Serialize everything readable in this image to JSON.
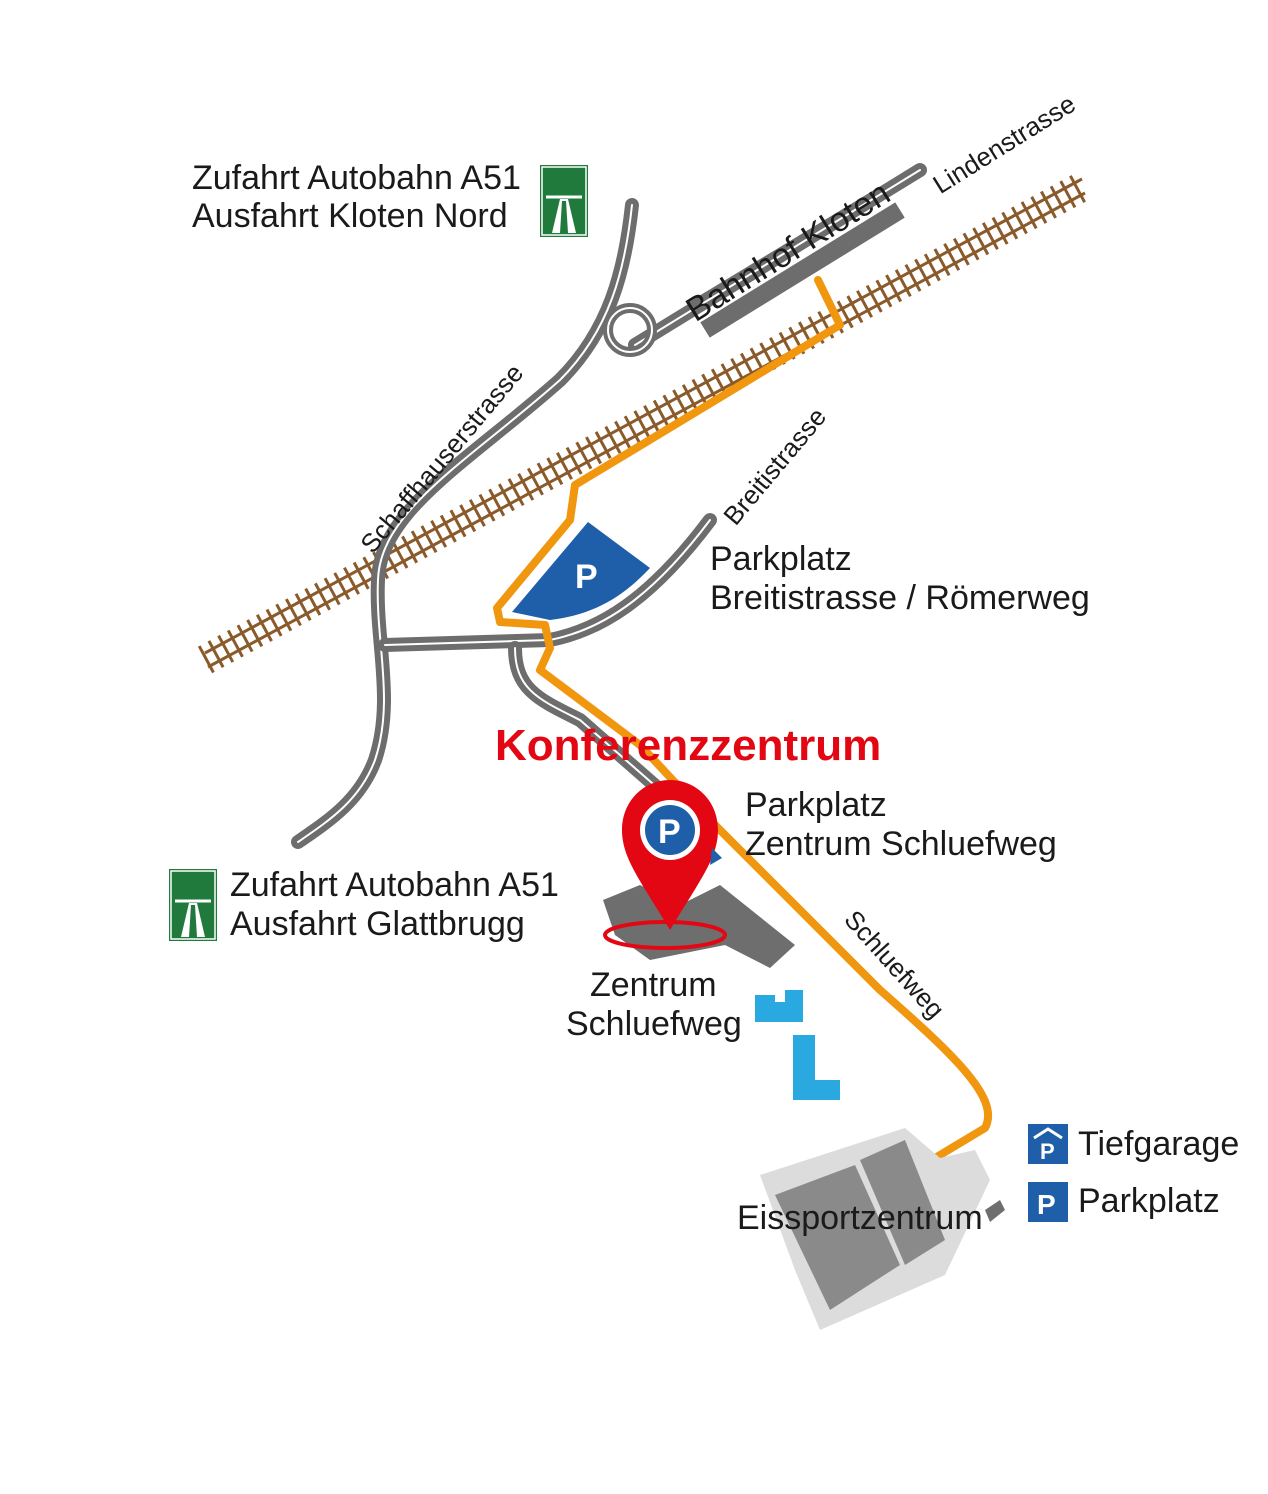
{
  "labels": {
    "a51_north_line1": "Zufahrt Autobahn A51",
    "a51_north_line2": "Ausfahrt Kloten Nord",
    "a51_south_line1": "Zufahrt Autobahn A51",
    "a51_south_line2": "Ausfahrt Glattbrugg",
    "station": "Bahnhof Kloten",
    "lindenstrasse": "Lindenstrasse",
    "schaffhauserstrasse": "Schaffhauserstrasse",
    "breitistrasse": "Breitistrasse",
    "parking_breiti_line1": "Parkplatz",
    "parking_breiti_line2": "Breitistrasse / Römerweg",
    "conference": "Konferenzzentrum",
    "parking_zentrum_line1": "Parkplatz",
    "parking_zentrum_line2": "Zentrum Schluefweg",
    "zentrum_line1": "Zentrum",
    "zentrum_line2": "Schluefweg",
    "schluefweg": "Schluefweg",
    "eissport": "Eissportzentrum",
    "parking_letter": "P"
  },
  "legend": {
    "tiefgarage": "Tiefgarage",
    "parkplatz": "Parkplatz"
  },
  "colors": {
    "route": "#f0960f",
    "road": "#6d6d6d",
    "rail": "#8b5a2b",
    "parking": "#1f5ea8",
    "marker": "#e30613",
    "motorway_sign": "#1f7a3c",
    "building": "#6e6e6e",
    "light_building": "#29a9e0"
  },
  "icons": [
    "motorway-sign-icon",
    "map-pin-icon",
    "parking-icon",
    "underground-parking-icon"
  ]
}
